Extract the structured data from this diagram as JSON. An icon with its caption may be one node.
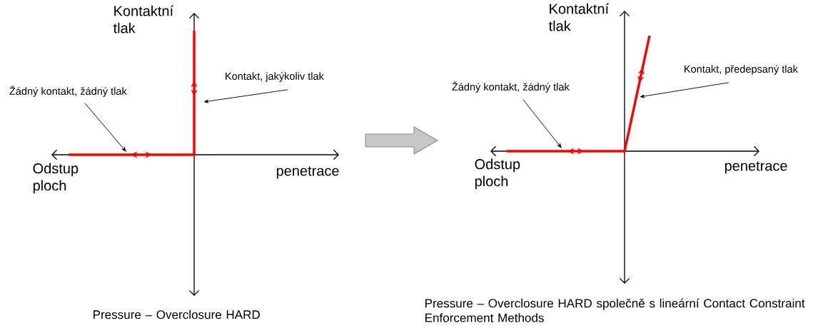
{
  "diagram": {
    "nodes": [
      {
        "text": [
          "Žádný kontakt, žádný tlak"
        ]
      },
      {
        "text": [
          "Kontakt, jakýkoliv tlak"
        ]
      },
      {
        "text": [
          "Žádný kontakt, žádný tlak"
        ]
      },
      {
        "text": [
          "Kontakt, předepsaný tlak"
        ]
      },
      {
        "text": [],
        "shape": "line"
      },
      {
        "text": [],
        "shape": "line"
      }
    ],
    "edges": [
      {
        "from": 0,
        "to": 4,
        "arrow": "to"
      },
      {
        "from": 1,
        "to": 4,
        "arrow": "to"
      },
      {
        "from": 2,
        "to": 5,
        "arrow": "to"
      },
      {
        "from": 3,
        "to": 5,
        "arrow": "to"
      }
    ],
    "labels": [
      "Kontaktní tlak",
      "Odstup ploch",
      "penetrace",
      "Pressure – Overclosure HARD",
      "Kontaktní tlak",
      "Odstup ploch",
      "penetrace",
      "Pressure – Overclosure HARD společně s lineární Contact Constraint Enforcement Methods"
    ]
  }
}
